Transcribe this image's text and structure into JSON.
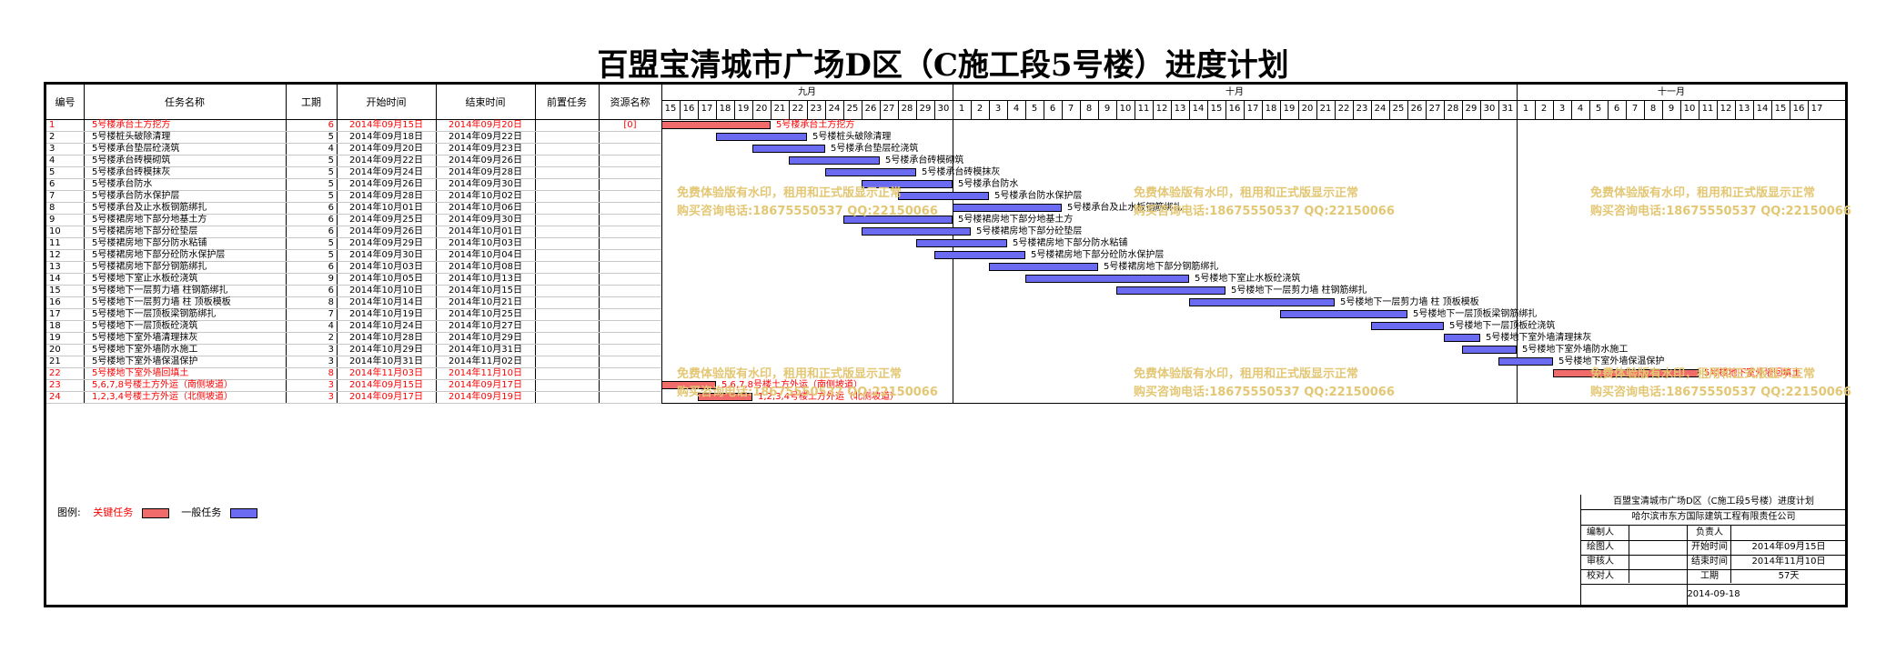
{
  "title": "百盟宝清城市广场D区（C施工段5号楼）进度计划",
  "columns": {
    "id": "编号",
    "name": "任务名称",
    "dur": "工期",
    "start": "开始时间",
    "end": "结束时间",
    "pred": "前置任务",
    "res": "资源名称"
  },
  "months": [
    {
      "label": "九月",
      "days": [
        "15",
        "16",
        "17",
        "18",
        "19",
        "20",
        "21",
        "22",
        "23",
        "24",
        "25",
        "26",
        "27",
        "28",
        "29",
        "30"
      ]
    },
    {
      "label": "十月",
      "days": [
        "1",
        "2",
        "3",
        "4",
        "5",
        "6",
        "7",
        "8",
        "9",
        "10",
        "11",
        "12",
        "13",
        "14",
        "15",
        "16",
        "17",
        "18",
        "19",
        "20",
        "21",
        "22",
        "23",
        "24",
        "25",
        "26",
        "27",
        "28",
        "29",
        "30",
        "31"
      ]
    },
    {
      "label": "十一月",
      "days": [
        "1",
        "2",
        "3",
        "4",
        "5",
        "6",
        "7",
        "8",
        "9",
        "10",
        "11",
        "12",
        "13",
        "14",
        "15",
        "16",
        "17"
      ]
    }
  ],
  "colors": {
    "critical": "#ff0000",
    "critical_bar": "#f26b6b",
    "normal_bar": "#6b6bf2",
    "watermark": "#e3c774"
  },
  "tasks": [
    {
      "id": "1",
      "name": "5号楼承台土方挖方",
      "dur": "6",
      "start": "2014年09月15日",
      "end": "2014年09月20日",
      "res": "[0]",
      "critical": true,
      "s": 0,
      "d": 6
    },
    {
      "id": "2",
      "name": "5号楼桩头破除清理",
      "dur": "5",
      "start": "2014年09月18日",
      "end": "2014年09月22日",
      "res": "",
      "critical": false,
      "s": 3,
      "d": 5
    },
    {
      "id": "3",
      "name": "5号楼承台垫层砼浇筑",
      "dur": "4",
      "start": "2014年09月20日",
      "end": "2014年09月23日",
      "res": "",
      "critical": false,
      "s": 5,
      "d": 4
    },
    {
      "id": "4",
      "name": "5号楼承台砖模砌筑",
      "dur": "5",
      "start": "2014年09月22日",
      "end": "2014年09月26日",
      "res": "",
      "critical": false,
      "s": 7,
      "d": 5
    },
    {
      "id": "5",
      "name": "5号楼承台砖模抹灰",
      "dur": "5",
      "start": "2014年09月24日",
      "end": "2014年09月28日",
      "res": "",
      "critical": false,
      "s": 9,
      "d": 5
    },
    {
      "id": "6",
      "name": "5号楼承台防水",
      "dur": "5",
      "start": "2014年09月26日",
      "end": "2014年09月30日",
      "res": "",
      "critical": false,
      "s": 11,
      "d": 5
    },
    {
      "id": "7",
      "name": "5号楼承台防水保护层",
      "dur": "5",
      "start": "2014年09月28日",
      "end": "2014年10月02日",
      "res": "",
      "critical": false,
      "s": 13,
      "d": 5
    },
    {
      "id": "8",
      "name": "5号楼承台及止水板钢筋绑扎",
      "dur": "6",
      "start": "2014年10月01日",
      "end": "2014年10月06日",
      "res": "",
      "critical": false,
      "s": 16,
      "d": 6
    },
    {
      "id": "9",
      "name": "5号楼裙房地下部分地基土方",
      "dur": "6",
      "start": "2014年09月25日",
      "end": "2014年09月30日",
      "res": "",
      "critical": false,
      "s": 10,
      "d": 6
    },
    {
      "id": "10",
      "name": "5号楼裙房地下部分砼垫层",
      "dur": "6",
      "start": "2014年09月26日",
      "end": "2014年10月01日",
      "res": "",
      "critical": false,
      "s": 11,
      "d": 6
    },
    {
      "id": "11",
      "name": "5号楼裙房地下部分防水粘铺",
      "dur": "5",
      "start": "2014年09月29日",
      "end": "2014年10月03日",
      "res": "",
      "critical": false,
      "s": 14,
      "d": 5
    },
    {
      "id": "12",
      "name": "5号楼裙房地下部分砼防水保护层",
      "dur": "5",
      "start": "2014年09月30日",
      "end": "2014年10月04日",
      "res": "",
      "critical": false,
      "s": 15,
      "d": 5
    },
    {
      "id": "13",
      "name": "5号楼裙房地下部分钢筋绑扎",
      "dur": "6",
      "start": "2014年10月03日",
      "end": "2014年10月08日",
      "res": "",
      "critical": false,
      "s": 18,
      "d": 6
    },
    {
      "id": "14",
      "name": "5号楼地下室止水板砼浇筑",
      "dur": "9",
      "start": "2014年10月05日",
      "end": "2014年10月13日",
      "res": "",
      "critical": false,
      "s": 20,
      "d": 9
    },
    {
      "id": "15",
      "name": "5号楼地下一层剪力墙 柱钢筋绑扎",
      "dur": "6",
      "start": "2014年10月10日",
      "end": "2014年10月15日",
      "res": "",
      "critical": false,
      "s": 25,
      "d": 6
    },
    {
      "id": "16",
      "name": "5号楼地下一层剪力墙 柱 顶板模板",
      "dur": "8",
      "start": "2014年10月14日",
      "end": "2014年10月21日",
      "res": "",
      "critical": false,
      "s": 29,
      "d": 8
    },
    {
      "id": "17",
      "name": "5号楼地下一层顶板梁钢筋绑扎",
      "dur": "7",
      "start": "2014年10月19日",
      "end": "2014年10月25日",
      "res": "",
      "critical": false,
      "s": 34,
      "d": 7
    },
    {
      "id": "18",
      "name": "5号楼地下一层顶板砼浇筑",
      "dur": "4",
      "start": "2014年10月24日",
      "end": "2014年10月27日",
      "res": "",
      "critical": false,
      "s": 39,
      "d": 4
    },
    {
      "id": "19",
      "name": "5号楼地下室外墙清理抹灰",
      "dur": "2",
      "start": "2014年10月28日",
      "end": "2014年10月29日",
      "res": "",
      "critical": false,
      "s": 43,
      "d": 2
    },
    {
      "id": "20",
      "name": "5号楼地下室外墙防水施工",
      "dur": "3",
      "start": "2014年10月29日",
      "end": "2014年10月31日",
      "res": "",
      "critical": false,
      "s": 44,
      "d": 3
    },
    {
      "id": "21",
      "name": "5号楼地下室外墙保温保护",
      "dur": "3",
      "start": "2014年10月31日",
      "end": "2014年11月02日",
      "res": "",
      "critical": false,
      "s": 46,
      "d": 3
    },
    {
      "id": "22",
      "name": "5号楼地下室外墙回填土",
      "dur": "8",
      "start": "2014年11月03日",
      "end": "2014年11月10日",
      "res": "",
      "critical": true,
      "s": 49,
      "d": 8
    },
    {
      "id": "23",
      "name": "5,6,7,8号楼土方外运（南侧坡道）",
      "dur": "3",
      "start": "2014年09月15日",
      "end": "2014年09月17日",
      "res": "",
      "critical": true,
      "s": 0,
      "d": 3
    },
    {
      "id": "24",
      "name": "1,2,3,4号楼土方外运（北侧坡道）",
      "dur": "3",
      "start": "2014年09月17日",
      "end": "2014年09月19日",
      "res": "",
      "critical": true,
      "s": 2,
      "d": 3
    }
  ],
  "legend": {
    "label": "图例:",
    "critical": "关键任务",
    "normal": "一般任务"
  },
  "watermark": {
    "line1": "免费体验版有水印，租用和正式版显示正常",
    "line2": "购买咨询电话:18675550537 QQ:22150066"
  },
  "info": {
    "title": "百盟宝清城市广场D区（C施工段5号楼）进度计划",
    "company": "哈尔滨市东方国际建筑工程有限责任公司",
    "rows": [
      {
        "k1": "编制人",
        "v1": "",
        "k2": "负责人",
        "v2": ""
      },
      {
        "k1": "绘图人",
        "v1": "",
        "k2": "开始时间",
        "v2": "2014年09月15日"
      },
      {
        "k1": "审核人",
        "v1": "",
        "k2": "结束时间",
        "v2": "2014年11月10日"
      },
      {
        "k1": "校对人",
        "v1": "",
        "k2": "工期",
        "v2": "57天"
      }
    ],
    "date": "2014-09-18"
  }
}
